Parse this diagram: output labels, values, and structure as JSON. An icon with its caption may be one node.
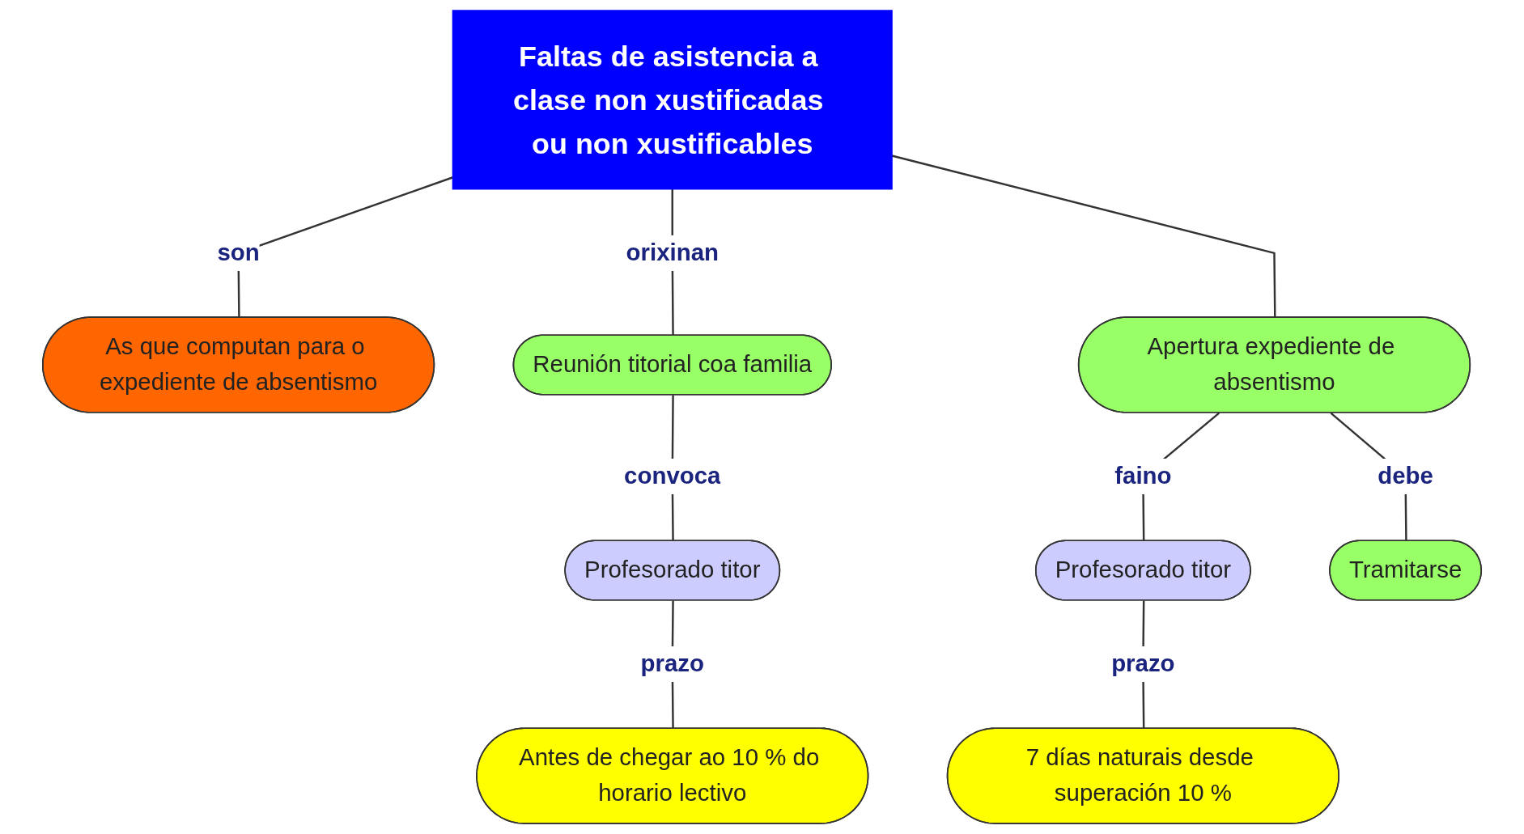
{
  "diagram": {
    "nodes": [
      {
        "text": [
          "Faltas de asistencia a clase non xustificadas ou non xustificables"
        ]
      },
      {
        "text": [
          "As que computan para o expediente de absentismo"
        ]
      },
      {
        "text": [
          "Reunión titorial coa familia"
        ]
      },
      {
        "text": [
          "Apertura expediente de absentismo"
        ]
      },
      {
        "text": [
          "Profesorado titor"
        ]
      },
      {
        "text": [
          "Antes de chegar ao 10 % do horario lectivo"
        ]
      },
      {
        "text": [
          "Profesorado titor"
        ]
      },
      {
        "text": [
          "Tramitarse"
        ]
      },
      {
        "text": [
          "7 días naturais desde superación 10 %"
        ]
      }
    ],
    "edges": [
      {
        "from": 0,
        "to": 1,
        "label": "son",
        "arrow": "none"
      },
      {
        "from": 0,
        "to": 2,
        "label": "orixinan",
        "arrow": "none"
      },
      {
        "from": 0,
        "to": 3,
        "arrow": "none"
      },
      {
        "from": 2,
        "to": 4,
        "label": "convoca",
        "arrow": "none"
      },
      {
        "from": 4,
        "to": 5,
        "label": "prazo",
        "arrow": "none"
      },
      {
        "from": 3,
        "to": 6,
        "label": "faino",
        "arrow": "none"
      },
      {
        "from": 3,
        "to": 7,
        "label": "debe",
        "arrow": "none"
      },
      {
        "from": 6,
        "to": 8,
        "label": "prazo",
        "arrow": "none"
      }
    ]
  }
}
